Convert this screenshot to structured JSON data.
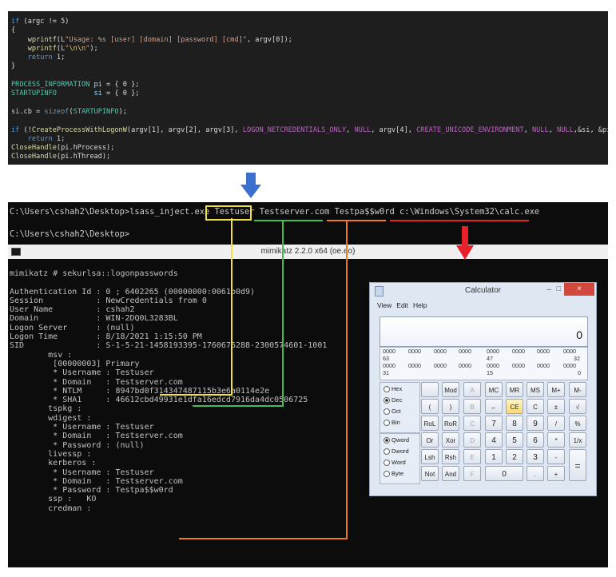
{
  "code": {
    "lines": [
      [
        {
          "t": "if",
          "c": "kw"
        },
        {
          "t": " (argc != 5)"
        }
      ],
      [
        {
          "t": "{"
        }
      ],
      [
        {
          "t": "    "
        },
        {
          "t": "wprintf",
          "c": "fn"
        },
        {
          "t": "(L"
        },
        {
          "t": "\"Usage: %s [user] [domain] [password] [cmd]\"",
          "c": "str"
        },
        {
          "t": ", argv[0]);"
        }
      ],
      [
        {
          "t": "    "
        },
        {
          "t": "wprintf",
          "c": "fn"
        },
        {
          "t": "(L"
        },
        {
          "t": "\"",
          "c": "str"
        },
        {
          "t": "\\n\\n",
          "c": "esc"
        },
        {
          "t": "\"",
          "c": "str"
        },
        {
          "t": ");"
        }
      ],
      [
        {
          "t": "    "
        },
        {
          "t": "return",
          "c": "kw"
        },
        {
          "t": " 1;"
        }
      ],
      [
        {
          "t": "}"
        }
      ],
      [
        {
          "t": ""
        }
      ],
      [
        {
          "t": "PROCESS_INFORMATION",
          "c": "ty"
        },
        {
          "t": " "
        },
        {
          "t": "pi",
          "c": "vr"
        },
        {
          "t": " = { 0 };"
        }
      ],
      [
        {
          "t": "STARTUPINFO",
          "c": "ty"
        },
        {
          "t": "         "
        },
        {
          "t": "si",
          "c": "vr"
        },
        {
          "t": " = { 0 };"
        }
      ],
      [
        {
          "t": ""
        }
      ],
      [
        {
          "t": "si",
          "c": "vr"
        },
        {
          "t": ".cb = "
        },
        {
          "t": "sizeof",
          "c": "kw"
        },
        {
          "t": "("
        },
        {
          "t": "STARTUPINFO",
          "c": "ty"
        },
        {
          "t": ");"
        }
      ],
      [
        {
          "t": ""
        }
      ],
      [
        {
          "t": "if",
          "c": "kw"
        },
        {
          "t": " (!"
        },
        {
          "t": "CreateProcessWithLogonW",
          "c": "fn"
        },
        {
          "t": "(argv[1], argv[2], argv[3], "
        },
        {
          "t": "LOGON_NETCREDENTIALS_ONLY",
          "c": "mac"
        },
        {
          "t": ", "
        },
        {
          "t": "NULL",
          "c": "mac"
        },
        {
          "t": ", argv[4], "
        },
        {
          "t": "CREATE_UNICODE_ENVIRONMENT",
          "c": "mac"
        },
        {
          "t": ", "
        },
        {
          "t": "NULL",
          "c": "mac"
        },
        {
          "t": ", "
        },
        {
          "t": "NULL",
          "c": "mac"
        },
        {
          "t": ",&si, &pi))"
        }
      ],
      [
        {
          "t": "    "
        },
        {
          "t": "return",
          "c": "kw"
        },
        {
          "t": " 1;"
        }
      ],
      [
        {
          "t": "CloseHandle",
          "c": "fn"
        },
        {
          "t": "(pi.hProcess);"
        }
      ],
      [
        {
          "t": "CloseHandle",
          "c": "fn"
        },
        {
          "t": "(pi.hThread);"
        }
      ]
    ]
  },
  "console": {
    "line1_prompt": "C:\\Users\\cshah2\\Desktop>lsass_inject.exe ",
    "arg_user": "Testuser",
    "arg_domain": "Testserver.com",
    "arg_password": "Testpa$$w0rd",
    "arg_cmd": "c:\\Windows\\System32\\calc.exe",
    "line2_prompt": "C:\\Users\\cshah2\\Desktop>"
  },
  "mimikatz_window": {
    "title": "mimikatz 2.2.0 x64 (oe.eo)",
    "lines": [
      "mimikatz # sekurlsa::logonpasswords",
      "",
      "Authentication Id : 0 ; 6402265 (00000000:0061b0d9)",
      "Session           : NewCredentials from 0",
      "User Name         : cshah2",
      "Domain            : WIN-2DQ0L3283BL",
      "Logon Server      : (null)",
      "Logon Time        : 8/18/2021 1:15:50 PM",
      "SID               : S-1-5-21-1458193395-1760676288-2300574601-1001",
      "        msv :",
      "         [00000003] Primary",
      "         * Username : Testuser",
      "         * Domain   : Testserver.com",
      "         * NTLM     : 8947bd0f314347487115b3e6a0114e2e",
      "         * SHA1     : 46612cbd49931e1dfa16edcd7916da4dc0506725",
      "        tspkg :",
      "        wdigest :",
      "         * Username : Testuser",
      "         * Domain   : Testserver.com",
      "         * Password : (null)",
      "        livessp :",
      "        kerberos :",
      "         * Username : Testuser",
      "         * Domain   : Testserver.com",
      "         * Password : Testpa$$w0rd",
      "        ssp :   KO",
      "        credman :"
    ]
  },
  "calculator": {
    "title": "Calculator",
    "menu": [
      "View",
      "Edit",
      "Help"
    ],
    "display": "0",
    "bits": [
      [
        "0000",
        "0000",
        "0000",
        "0000",
        "0000",
        "0000",
        "0000",
        "0000"
      ],
      [
        "63",
        "",
        "",
        "",
        "47",
        "",
        "",
        "32"
      ],
      [
        "0000",
        "0000",
        "0000",
        "0000",
        "0000",
        "0000",
        "0000",
        "0000"
      ],
      [
        "31",
        "",
        "",
        "",
        "15",
        "",
        "",
        "0"
      ]
    ],
    "radix": [
      {
        "label": "Hex",
        "on": false
      },
      {
        "label": "Dec",
        "on": true
      },
      {
        "label": "Oct",
        "on": false
      },
      {
        "label": "Bin",
        "on": false
      }
    ],
    "word": [
      {
        "label": "Qword",
        "on": true
      },
      {
        "label": "Dword",
        "on": false
      },
      {
        "label": "Word",
        "on": false
      },
      {
        "label": "Byte",
        "on": false
      }
    ],
    "keys": [
      [
        "",
        "Mod",
        "A",
        "MC",
        "MR",
        "MS",
        "M+",
        "M-"
      ],
      [
        "(",
        ")",
        "B",
        "←",
        "CE",
        "C",
        "±",
        "√"
      ],
      [
        "RoL",
        "RoR",
        "C",
        "7",
        "8",
        "9",
        "/",
        "%"
      ],
      [
        "Or",
        "Xor",
        "D",
        "4",
        "5",
        "6",
        "*",
        "1/x"
      ],
      [
        "Lsh",
        "Rsh",
        "E",
        "1",
        "2",
        "3",
        "-",
        "="
      ],
      [
        "Not",
        "And",
        "F",
        "0",
        "",
        ".",
        "+",
        ""
      ]
    ],
    "minimize": "–",
    "maximize": "□",
    "close": "×"
  },
  "colors": {
    "highlight_user": "#f2e142",
    "highlight_domain": "#3fbf4f",
    "highlight_password": "#f07a2a",
    "highlight_cmd": "#e8202a",
    "flow_arrow": "#3b6fd0"
  }
}
